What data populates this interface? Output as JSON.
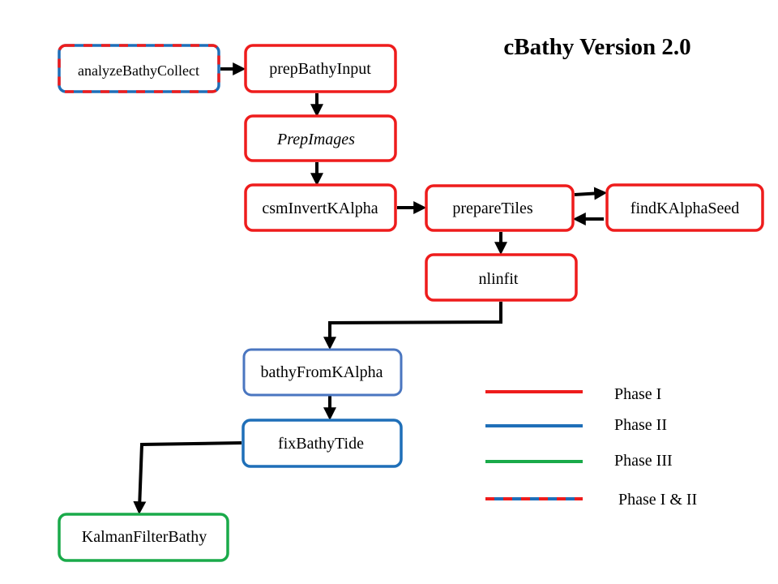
{
  "title": "cBathy Version 2.0",
  "colors": {
    "phase1": "#ee1c1c",
    "phase2": "#1f6fb8",
    "phase2_light": "#4a76c0",
    "phase3": "#1aaa4a",
    "arrow": "#000000"
  },
  "nodes": {
    "analyzeBathyCollect": {
      "label": "analyzeBathyCollect",
      "phase": "Phase I & II"
    },
    "prepBathyInput": {
      "label": "prepBathyInput",
      "phase": "Phase I"
    },
    "prepImages": {
      "label": "PrepImages",
      "phase": "Phase I"
    },
    "csmInvertKAlpha": {
      "label": "csmInvertKAlpha",
      "phase": "Phase I"
    },
    "prepareTiles": {
      "label": "prepareTiles",
      "phase": "Phase I"
    },
    "findKAlphaSeed": {
      "label": "findKAlphaSeed",
      "phase": "Phase I"
    },
    "nlinfit": {
      "label": "nlinfit",
      "phase": "Phase I"
    },
    "bathyFromKAlpha": {
      "label": "bathyFromKAlpha",
      "phase": "Phase II"
    },
    "fixBathyTide": {
      "label": "fixBathyTide",
      "phase": "Phase II"
    },
    "kalmanFilterBathy": {
      "label": "KalmanFilterBathy",
      "phase": "Phase III"
    }
  },
  "legend": [
    {
      "label": "Phase I",
      "color": "#ee1c1c"
    },
    {
      "label": "Phase II",
      "color": "#1f6fb8"
    },
    {
      "label": "Phase III",
      "color": "#1aaa4a"
    },
    {
      "label": "Phase I & II",
      "color": "#ee1c1c",
      "dash_color": "#1f6fb8"
    }
  ]
}
